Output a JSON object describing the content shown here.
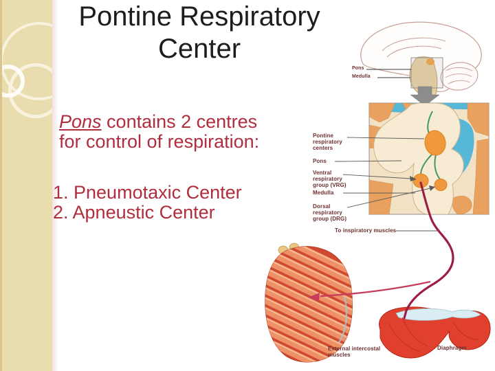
{
  "slide": {
    "title": {
      "line1": "Pontine Respiratory",
      "line2": "Center"
    },
    "body": {
      "pons_word": "Pons",
      "line1_rest": " contains 2 centres",
      "line2": "for control of respiration:",
      "items": [
        {
          "label": "1. Pneumotaxic Center"
        },
        {
          "label": "2. Apneustic Center"
        }
      ]
    }
  },
  "diagram": {
    "brain_labels": {
      "pons": "Pons",
      "medulla": "Medulla"
    },
    "box_labels": {
      "pontine": "Pontine respiratory centers",
      "pons": "Pons",
      "vrg": "Ventral respiratory group (VRG)",
      "medulla": "Medulla",
      "drg": "Dorsal respiratory group (DRG)"
    },
    "captions": {
      "to_inspiratory": "To inspiratory muscles",
      "intercostal": "External intercostal muscles",
      "diaphragm": "Diaphragm"
    }
  },
  "colors": {
    "title_text": "#1d1d1d",
    "body_red": "#b12d3d",
    "label_maroon": "#6d2f2f",
    "strip_beige": "#e9dcae",
    "nerve_crimson": "#9d1d44",
    "center_orange": "#f0993c",
    "box_cyan": "#57b7d7",
    "box_cream": "#f2e1c4",
    "rib_salmon": "#ee9166",
    "muscle_red": "#cf4a30",
    "diaphragm_red": "#e2402f"
  }
}
